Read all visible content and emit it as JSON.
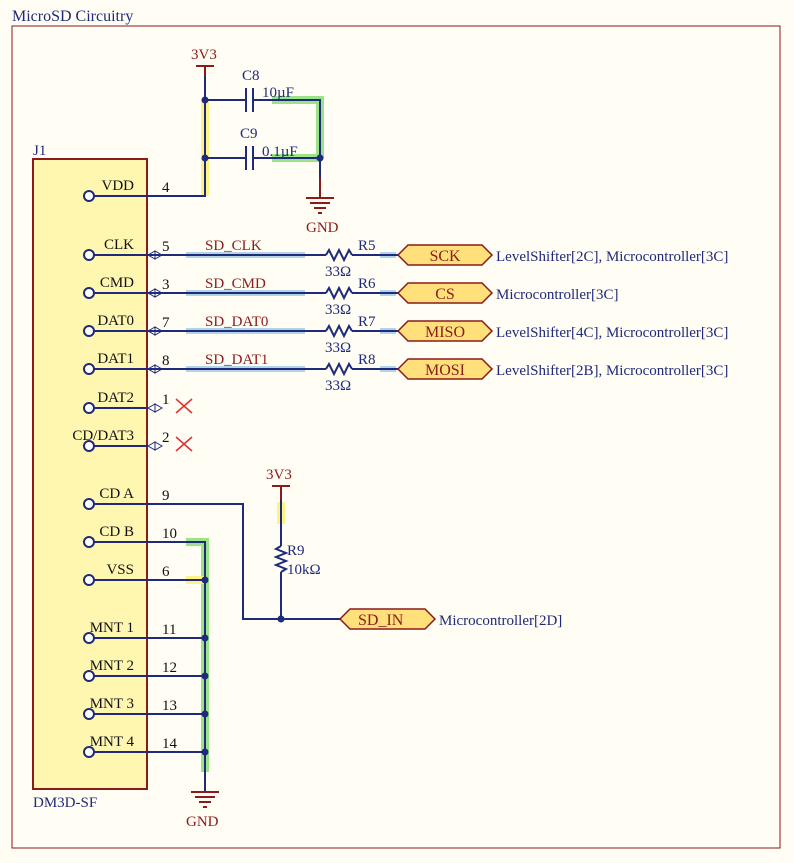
{
  "sheet": {
    "title": "MicroSD Circuitry"
  },
  "connector": {
    "designator": "J1",
    "part": "DM3D-SF",
    "pins": [
      {
        "label": "VDD",
        "number": "4"
      },
      {
        "label": "CLK",
        "number": "5"
      },
      {
        "label": "CMD",
        "number": "3"
      },
      {
        "label": "DAT0",
        "number": "7"
      },
      {
        "label": "DAT1",
        "number": "8"
      },
      {
        "label": "DAT2",
        "number": "1"
      },
      {
        "label": "CD/DAT3",
        "number": "2"
      },
      {
        "label": "CD A",
        "number": "9"
      },
      {
        "label": "CD B",
        "number": "10"
      },
      {
        "label": "VSS",
        "number": "6"
      },
      {
        "label": "MNT 1",
        "number": "11"
      },
      {
        "label": "MNT 2",
        "number": "12"
      },
      {
        "label": "MNT 3",
        "number": "13"
      },
      {
        "label": "MNT 4",
        "number": "14"
      }
    ]
  },
  "power": {
    "top_supply": "3V3",
    "cd_supply": "3V3",
    "top_ground": "GND",
    "bottom_ground": "GND"
  },
  "capacitors": [
    {
      "designator": "C8",
      "value": "10µF"
    },
    {
      "designator": "C9",
      "value": "0.1µF"
    }
  ],
  "signals": [
    {
      "net": "SD_CLK",
      "resistor": "R5",
      "value": "33Ω",
      "port": "SCK",
      "refs": "LevelShifter[2C], Microcontroller[3C]"
    },
    {
      "net": "SD_CMD",
      "resistor": "R6",
      "value": "33Ω",
      "port": "CS",
      "refs": "Microcontroller[3C]"
    },
    {
      "net": "SD_DAT0",
      "resistor": "R7",
      "value": "33Ω",
      "port": "MISO",
      "refs": "LevelShifter[4C], Microcontroller[3C]"
    },
    {
      "net": "SD_DAT1",
      "resistor": "R8",
      "value": "33Ω",
      "port": "MOSI",
      "refs": "LevelShifter[2B], Microcontroller[3C]"
    }
  ],
  "card_detect": {
    "resistor": "R9",
    "value": "10kΩ",
    "port": "SD_IN",
    "refs": "Microcontroller[2D]"
  },
  "colors": {
    "wire": "#1f2a7a",
    "power": "#8b1a1a",
    "body_fill": "#fff6b0",
    "body_stroke": "#8b1a1a",
    "port_fill": "#ffe07a",
    "highlight_green": "#8fe07a",
    "highlight_yellow": "#fff27a",
    "highlight_blue": "#a8cfe6",
    "noconnect": "#e03030"
  }
}
